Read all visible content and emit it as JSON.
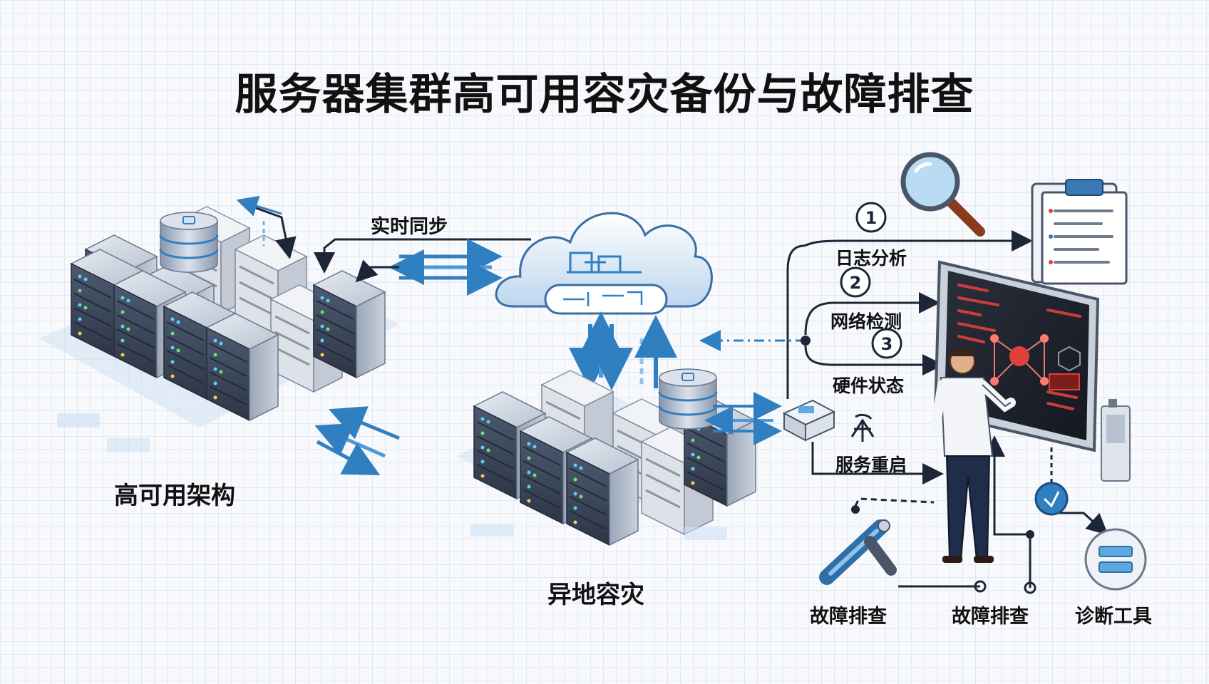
{
  "title": "服务器集群高可用容灾备份与故障排查",
  "sections": {
    "ha": {
      "label": "高可用架构"
    },
    "sync": {
      "label": "实时同步"
    },
    "dr": {
      "label": "异地容灾"
    }
  },
  "troubleshooting": {
    "steps": [
      {
        "number": "1",
        "label": "日志分析"
      },
      {
        "number": "2",
        "label": "网络检测"
      },
      {
        "number": "3",
        "label": "硬件状态"
      }
    ],
    "restart_label": "服务重启",
    "bottom_labels": [
      "故障排查",
      "故障排查",
      "诊断工具"
    ]
  },
  "colors": {
    "accent_blue": "#2f7fc1",
    "rack_dark": "#3c4657",
    "screen_red": "#e0403a",
    "line_dark": "#1d2636"
  },
  "icons": [
    "magnifier-icon",
    "clipboard-icon",
    "cloud-icon",
    "database-icon",
    "monitor-icon",
    "network-switch-icon",
    "wrench-icon",
    "diagnostic-device-icon",
    "restart-icon"
  ]
}
